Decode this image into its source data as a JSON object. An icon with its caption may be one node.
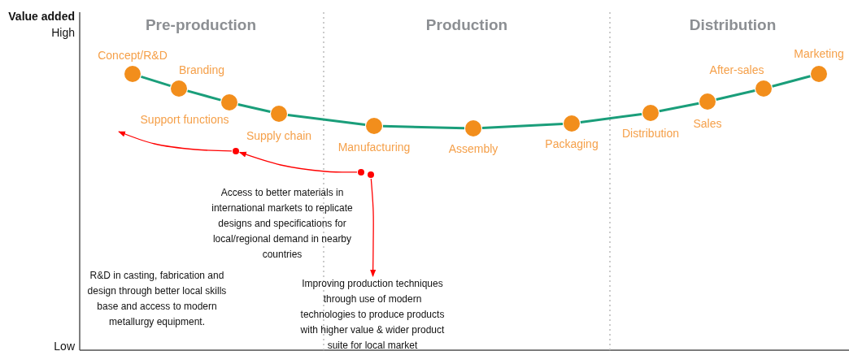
{
  "diagram": {
    "nodes": [
      {
        "text": [],
        "shape": "circle",
        "beside": [
          "Concept/R&D"
        ]
      },
      {
        "text": [],
        "shape": "circle",
        "beside": [
          "Branding"
        ]
      },
      {
        "text": [],
        "shape": "circle",
        "beside": [
          "Support functions"
        ]
      },
      {
        "text": [],
        "shape": "circle",
        "beside": [
          "Supply chain"
        ]
      },
      {
        "text": [],
        "shape": "circle",
        "beside": [
          "Manufacturing"
        ]
      },
      {
        "text": [],
        "shape": "circle",
        "beside": [
          "Assembly"
        ]
      },
      {
        "text": [],
        "shape": "circle",
        "beside": [
          "Packaging"
        ]
      },
      {
        "text": [],
        "shape": "circle",
        "beside": [
          "Distribution"
        ]
      },
      {
        "text": [],
        "shape": "circle",
        "beside": [
          "Sales"
        ]
      },
      {
        "text": [],
        "shape": "circle",
        "beside": [
          "After-sales"
        ]
      },
      {
        "text": [],
        "shape": "circle",
        "beside": [
          "Marketing"
        ]
      },
      {
        "text": [],
        "shape": "circle"
      },
      {
        "text": [],
        "shape": "circle"
      },
      {
        "text": [],
        "shape": "circle"
      },
      {
        "text": [
          "Improving production techniques through use of modern technologies to produce products with higher value & wider product suite for local market"
        ]
      }
    ],
    "edges": [
      {
        "from": 0,
        "to": 1,
        "arrow": "none"
      },
      {
        "from": 1,
        "to": 2,
        "arrow": "none"
      },
      {
        "from": 2,
        "to": 3,
        "arrow": "none"
      },
      {
        "from": 3,
        "to": 4,
        "arrow": "none"
      },
      {
        "from": 4,
        "to": 5,
        "arrow": "none"
      },
      {
        "from": 5,
        "to": 6,
        "arrow": "none"
      },
      {
        "from": 6,
        "to": 7,
        "arrow": "none"
      },
      {
        "from": 7,
        "to": 8,
        "arrow": "none"
      },
      {
        "from": 8,
        "to": 9,
        "arrow": "none"
      },
      {
        "from": 9,
        "to": 10,
        "arrow": "none"
      },
      {
        "from": 11,
        "to": null,
        "arrow": "to",
        "color": "#ff0000"
      },
      {
        "from": 12,
        "to": 11,
        "arrow": "to",
        "color": "#ff0000"
      },
      {
        "from": 13,
        "to": 14,
        "arrow": "to",
        "color": "#ff0000"
      }
    ],
    "labels": [
      "Value added",
      "High",
      "Pre-production",
      "Production",
      "Distribution",
      "Access to better materials in international markets to replicate designs and specifications for local/regional demand in nearby countries",
      "R&D in casting, fabrication and design through better local skills base and access to modern metallurgy equipment.",
      "Low"
    ]
  }
}
